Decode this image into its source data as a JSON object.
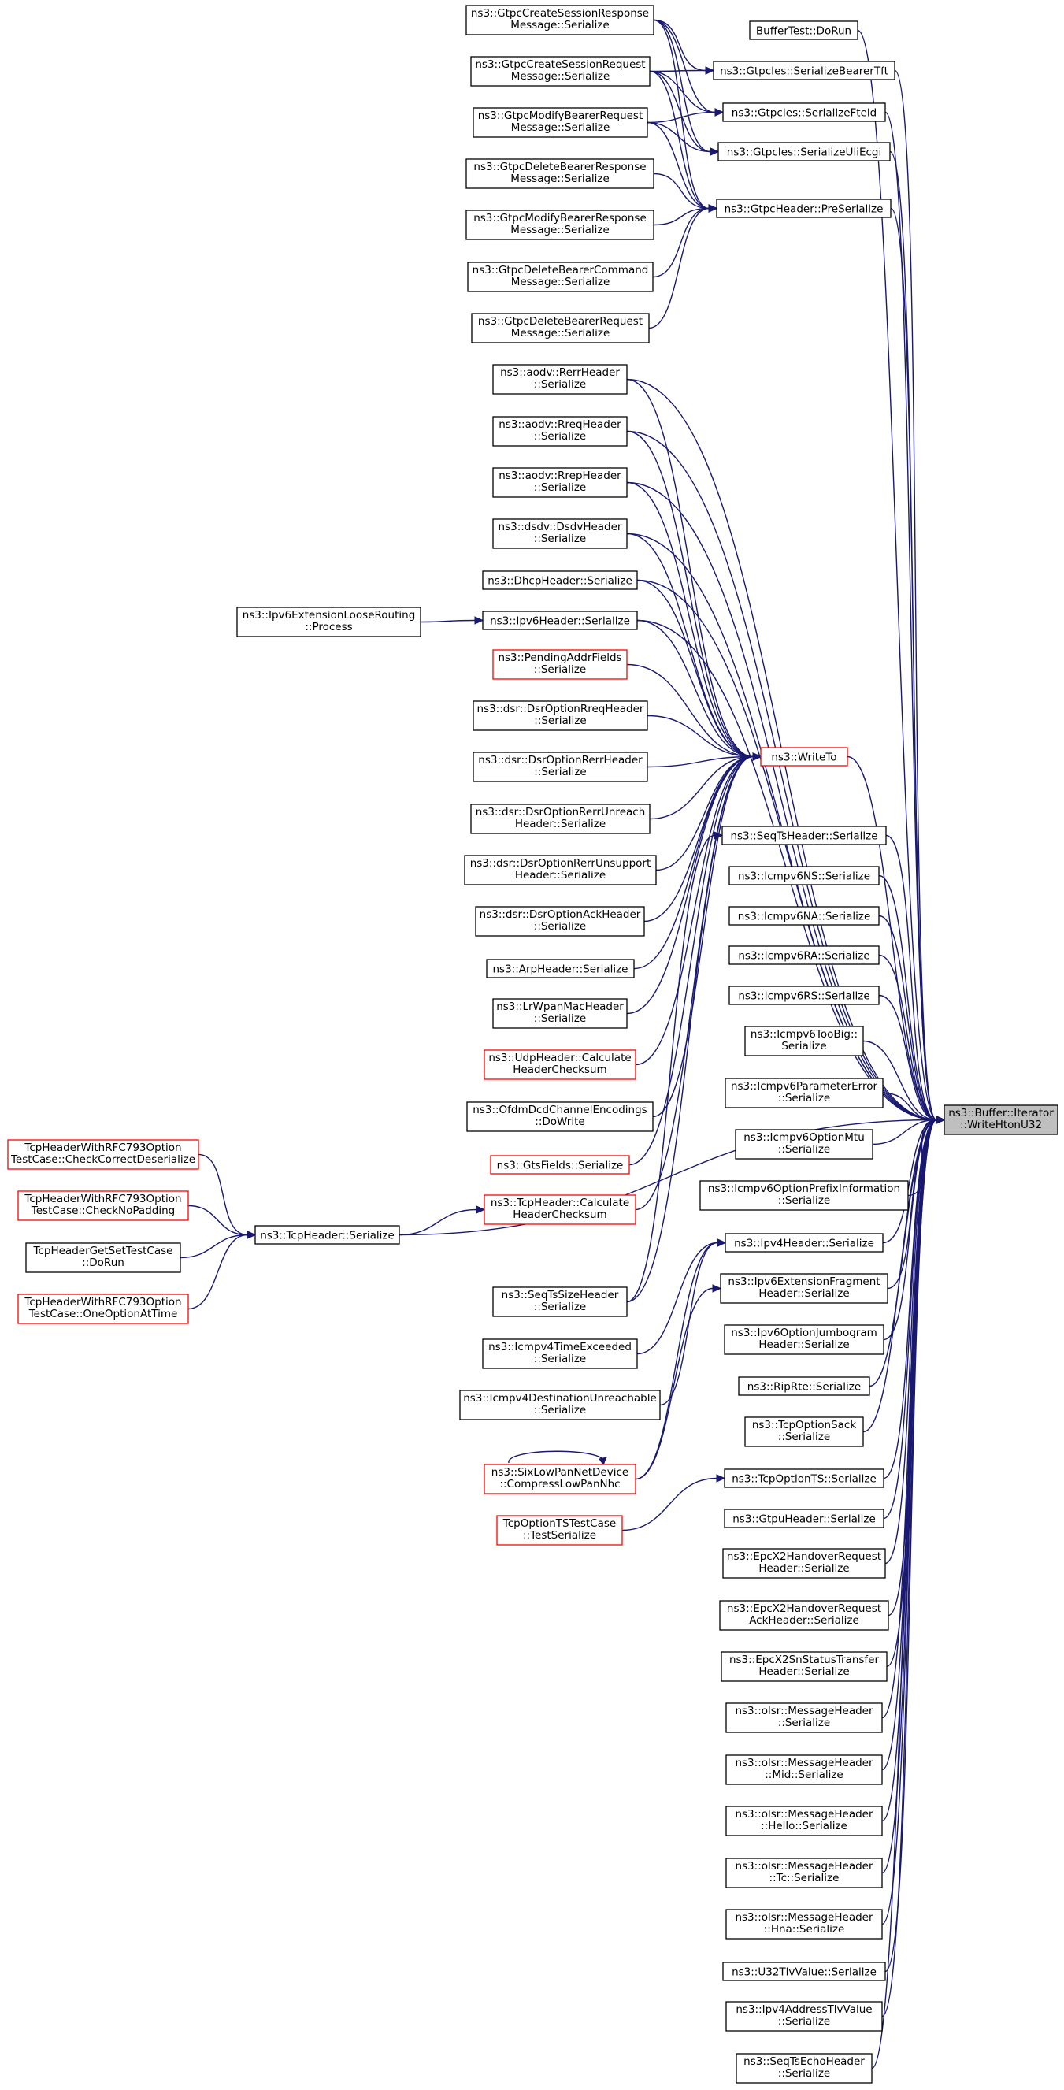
{
  "graph": {
    "nodes": [
      {
        "id": "n_root",
        "lines": [
          "ns3::Buffer::Iterator",
          "::WriteHtonU32"
        ],
        "style": "focus"
      },
      {
        "id": "n_buffertest",
        "lines": [
          "BufferTest::DoRun"
        ],
        "style": "normal"
      },
      {
        "id": "n_gtpc_csresp",
        "lines": [
          "ns3::GtpcCreateSessionResponse",
          "Message::Serialize"
        ],
        "style": "normal"
      },
      {
        "id": "n_gtpc_csreq",
        "lines": [
          "ns3::GtpcCreateSessionRequest",
          "Message::Serialize"
        ],
        "style": "normal"
      },
      {
        "id": "n_gtpc_mbreq",
        "lines": [
          "ns3::GtpcModifyBearerRequest",
          "Message::Serialize"
        ],
        "style": "normal"
      },
      {
        "id": "n_gtpc_dbresp",
        "lines": [
          "ns3::GtpcDeleteBearerResponse",
          "Message::Serialize"
        ],
        "style": "normal"
      },
      {
        "id": "n_gtpc_mbresp",
        "lines": [
          "ns3::GtpcModifyBearerResponse",
          "Message::Serialize"
        ],
        "style": "normal"
      },
      {
        "id": "n_gtpc_dbcmd",
        "lines": [
          "ns3::GtpcDeleteBearerCommand",
          "Message::Serialize"
        ],
        "style": "normal"
      },
      {
        "id": "n_gtpc_dbreq",
        "lines": [
          "ns3::GtpcDeleteBearerRequest",
          "Message::Serialize"
        ],
        "style": "normal"
      },
      {
        "id": "n_gtpcies_tft",
        "lines": [
          "ns3::GtpcIes::SerializeBearerTft"
        ],
        "style": "normal"
      },
      {
        "id": "n_gtpcies_fteid",
        "lines": [
          "ns3::GtpcIes::SerializeFteid"
        ],
        "style": "normal"
      },
      {
        "id": "n_gtpcies_uli",
        "lines": [
          "ns3::GtpcIes::SerializeUliEcgi"
        ],
        "style": "normal"
      },
      {
        "id": "n_gtpcheader",
        "lines": [
          "ns3::GtpcHeader::PreSerialize"
        ],
        "style": "normal"
      },
      {
        "id": "n_aodv_rerr",
        "lines": [
          "ns3::aodv::RerrHeader",
          "::Serialize"
        ],
        "style": "normal"
      },
      {
        "id": "n_aodv_rreq",
        "lines": [
          "ns3::aodv::RreqHeader",
          "::Serialize"
        ],
        "style": "normal"
      },
      {
        "id": "n_aodv_rrep",
        "lines": [
          "ns3::aodv::RrepHeader",
          "::Serialize"
        ],
        "style": "normal"
      },
      {
        "id": "n_dsdv",
        "lines": [
          "ns3::dsdv::DsdvHeader",
          "::Serialize"
        ],
        "style": "normal"
      },
      {
        "id": "n_dhcp",
        "lines": [
          "ns3::DhcpHeader::Serialize"
        ],
        "style": "normal"
      },
      {
        "id": "n_ipv6loose",
        "lines": [
          "ns3::Ipv6ExtensionLooseRouting",
          "::Process"
        ],
        "style": "normal"
      },
      {
        "id": "n_ipv6header",
        "lines": [
          "ns3::Ipv6Header::Serialize"
        ],
        "style": "normal"
      },
      {
        "id": "n_pending",
        "lines": [
          "ns3::PendingAddrFields",
          "::Serialize"
        ],
        "style": "red"
      },
      {
        "id": "n_dsr_rreq",
        "lines": [
          "ns3::dsr::DsrOptionRreqHeader",
          "::Serialize"
        ],
        "style": "normal"
      },
      {
        "id": "n_dsr_rerr",
        "lines": [
          "ns3::dsr::DsrOptionRerrHeader",
          "::Serialize"
        ],
        "style": "normal"
      },
      {
        "id": "n_dsr_rerr_unreach",
        "lines": [
          "ns3::dsr::DsrOptionRerrUnreach",
          "Header::Serialize"
        ],
        "style": "normal"
      },
      {
        "id": "n_dsr_rerr_unsupport",
        "lines": [
          "ns3::dsr::DsrOptionRerrUnsupport",
          "Header::Serialize"
        ],
        "style": "normal"
      },
      {
        "id": "n_dsr_ack",
        "lines": [
          "ns3::dsr::DsrOptionAckHeader",
          "::Serialize"
        ],
        "style": "normal"
      },
      {
        "id": "n_arp",
        "lines": [
          "ns3::ArpHeader::Serialize"
        ],
        "style": "normal"
      },
      {
        "id": "n_lrwpan",
        "lines": [
          "ns3::LrWpanMacHeader",
          "::Serialize"
        ],
        "style": "normal"
      },
      {
        "id": "n_udp_cksum",
        "lines": [
          "ns3::UdpHeader::Calculate",
          "HeaderChecksum"
        ],
        "style": "red"
      },
      {
        "id": "n_ofdm",
        "lines": [
          "ns3::OfdmDcdChannelEncodings",
          "::DoWrite"
        ],
        "style": "normal"
      },
      {
        "id": "n_gts",
        "lines": [
          "ns3::GtsFields::Serialize"
        ],
        "style": "red"
      },
      {
        "id": "n_tcp_cksum",
        "lines": [
          "ns3::TcpHeader::Calculate",
          "HeaderChecksum"
        ],
        "style": "red"
      },
      {
        "id": "n_tcpheader",
        "lines": [
          "ns3::TcpHeader::Serialize"
        ],
        "style": "normal"
      },
      {
        "id": "n_tcptest_ccd",
        "lines": [
          "TcpHeaderWithRFC793Option",
          "TestCase::CheckCorrectDeserialize"
        ],
        "style": "red"
      },
      {
        "id": "n_tcptest_cnp",
        "lines": [
          "TcpHeaderWithRFC793Option",
          "TestCase::CheckNoPadding"
        ],
        "style": "red"
      },
      {
        "id": "n_tcptest_getset",
        "lines": [
          "TcpHeaderGetSetTestCase",
          "::DoRun"
        ],
        "style": "normal"
      },
      {
        "id": "n_tcptest_ooat",
        "lines": [
          "TcpHeaderWithRFC793Option",
          "TestCase::OneOptionAtTime"
        ],
        "style": "red"
      },
      {
        "id": "n_seqtssize",
        "lines": [
          "ns3::SeqTsSizeHeader",
          "::Serialize"
        ],
        "style": "normal"
      },
      {
        "id": "n_icmpv4_te",
        "lines": [
          "ns3::Icmpv4TimeExceeded",
          "::Serialize"
        ],
        "style": "normal"
      },
      {
        "id": "n_icmpv4_du",
        "lines": [
          "ns3::Icmpv4DestinationUnreachable",
          "::Serialize"
        ],
        "style": "normal"
      },
      {
        "id": "n_sixlowpan",
        "lines": [
          "ns3::SixLowPanNetDevice",
          "::CompressLowPanNhc"
        ],
        "style": "red"
      },
      {
        "id": "n_tcpoptts_test",
        "lines": [
          "TcpOptionTSTestCase",
          "::TestSerialize"
        ],
        "style": "red"
      },
      {
        "id": "n_writeto",
        "lines": [
          "ns3::WriteTo"
        ],
        "style": "red"
      },
      {
        "id": "n_seqts",
        "lines": [
          "ns3::SeqTsHeader::Serialize"
        ],
        "style": "normal"
      },
      {
        "id": "n_icmpv6ns",
        "lines": [
          "ns3::Icmpv6NS::Serialize"
        ],
        "style": "normal"
      },
      {
        "id": "n_icmpv6na",
        "lines": [
          "ns3::Icmpv6NA::Serialize"
        ],
        "style": "normal"
      },
      {
        "id": "n_icmpv6ra",
        "lines": [
          "ns3::Icmpv6RA::Serialize"
        ],
        "style": "normal"
      },
      {
        "id": "n_icmpv6rs",
        "lines": [
          "ns3::Icmpv6RS::Serialize"
        ],
        "style": "normal"
      },
      {
        "id": "n_icmpv6toobig",
        "lines": [
          "ns3::Icmpv6TooBig::",
          "Serialize"
        ],
        "style": "normal"
      },
      {
        "id": "n_icmpv6param",
        "lines": [
          "ns3::Icmpv6ParameterError",
          "::Serialize"
        ],
        "style": "normal"
      },
      {
        "id": "n_icmpv6mtu",
        "lines": [
          "ns3::Icmpv6OptionMtu",
          "::Serialize"
        ],
        "style": "normal"
      },
      {
        "id": "n_icmpv6prefix",
        "lines": [
          "ns3::Icmpv6OptionPrefixInformation",
          "::Serialize"
        ],
        "style": "normal"
      },
      {
        "id": "n_ipv4header",
        "lines": [
          "ns3::Ipv4Header::Serialize"
        ],
        "style": "normal"
      },
      {
        "id": "n_ipv6frag",
        "lines": [
          "ns3::Ipv6ExtensionFragment",
          "Header::Serialize"
        ],
        "style": "normal"
      },
      {
        "id": "n_ipv6jumbo",
        "lines": [
          "ns3::Ipv6OptionJumbogram",
          "Header::Serialize"
        ],
        "style": "normal"
      },
      {
        "id": "n_riprte",
        "lines": [
          "ns3::RipRte::Serialize"
        ],
        "style": "normal"
      },
      {
        "id": "n_tcpoptsack",
        "lines": [
          "ns3::TcpOptionSack",
          "::Serialize"
        ],
        "style": "normal"
      },
      {
        "id": "n_tcpoptts",
        "lines": [
          "ns3::TcpOptionTS::Serialize"
        ],
        "style": "normal"
      },
      {
        "id": "n_gtpu",
        "lines": [
          "ns3::GtpuHeader::Serialize"
        ],
        "style": "normal"
      },
      {
        "id": "n_epcx2_horeq",
        "lines": [
          "ns3::EpcX2HandoverRequest",
          "Header::Serialize"
        ],
        "style": "normal"
      },
      {
        "id": "n_epcx2_hoack",
        "lines": [
          "ns3::EpcX2HandoverRequest",
          "AckHeader::Serialize"
        ],
        "style": "normal"
      },
      {
        "id": "n_epcx2_sn",
        "lines": [
          "ns3::EpcX2SnStatusTransfer",
          "Header::Serialize"
        ],
        "style": "normal"
      },
      {
        "id": "n_olsr_msg",
        "lines": [
          "ns3::olsr::MessageHeader",
          "::Serialize"
        ],
        "style": "normal"
      },
      {
        "id": "n_olsr_mid",
        "lines": [
          "ns3::olsr::MessageHeader",
          "::Mid::Serialize"
        ],
        "style": "normal"
      },
      {
        "id": "n_olsr_hello",
        "lines": [
          "ns3::olsr::MessageHeader",
          "::Hello::Serialize"
        ],
        "style": "normal"
      },
      {
        "id": "n_olsr_tc",
        "lines": [
          "ns3::olsr::MessageHeader",
          "::Tc::Serialize"
        ],
        "style": "normal"
      },
      {
        "id": "n_olsr_hna",
        "lines": [
          "ns3::olsr::MessageHeader",
          "::Hna::Serialize"
        ],
        "style": "normal"
      },
      {
        "id": "n_u32tlv",
        "lines": [
          "ns3::U32TlvValue::Serialize"
        ],
        "style": "normal"
      },
      {
        "id": "n_ipv4addrtlv",
        "lines": [
          "ns3::Ipv4AddressTlvValue",
          "::Serialize"
        ],
        "style": "normal"
      },
      {
        "id": "n_seqtsecho",
        "lines": [
          "ns3::SeqTsEchoHeader",
          "::Serialize"
        ],
        "style": "normal"
      }
    ],
    "edges": [
      {
        "from": "n_buffertest",
        "to": "n_root"
      },
      {
        "from": "n_gtpcies_tft",
        "to": "n_root"
      },
      {
        "from": "n_gtpcies_fteid",
        "to": "n_root"
      },
      {
        "from": "n_gtpcies_uli",
        "to": "n_root"
      },
      {
        "from": "n_gtpcheader",
        "to": "n_root"
      },
      {
        "from": "n_aodv_rerr",
        "to": "n_root"
      },
      {
        "from": "n_aodv_rreq",
        "to": "n_root"
      },
      {
        "from": "n_aodv_rrep",
        "to": "n_root"
      },
      {
        "from": "n_dsdv",
        "to": "n_root"
      },
      {
        "from": "n_dhcp",
        "to": "n_root"
      },
      {
        "from": "n_ipv6header",
        "to": "n_root"
      },
      {
        "from": "n_writeto",
        "to": "n_root"
      },
      {
        "from": "n_tcpheader",
        "to": "n_root"
      },
      {
        "from": "n_seqts",
        "to": "n_root"
      },
      {
        "from": "n_icmpv6ns",
        "to": "n_root"
      },
      {
        "from": "n_icmpv6na",
        "to": "n_root"
      },
      {
        "from": "n_icmpv6ra",
        "to": "n_root"
      },
      {
        "from": "n_icmpv6rs",
        "to": "n_root"
      },
      {
        "from": "n_icmpv6toobig",
        "to": "n_root"
      },
      {
        "from": "n_icmpv6param",
        "to": "n_root"
      },
      {
        "from": "n_icmpv6mtu",
        "to": "n_root"
      },
      {
        "from": "n_icmpv6prefix",
        "to": "n_root"
      },
      {
        "from": "n_ipv4header",
        "to": "n_root"
      },
      {
        "from": "n_ipv6frag",
        "to": "n_root"
      },
      {
        "from": "n_ipv6jumbo",
        "to": "n_root"
      },
      {
        "from": "n_riprte",
        "to": "n_root"
      },
      {
        "from": "n_tcpoptsack",
        "to": "n_root"
      },
      {
        "from": "n_tcpoptts",
        "to": "n_root"
      },
      {
        "from": "n_gtpu",
        "to": "n_root"
      },
      {
        "from": "n_epcx2_horeq",
        "to": "n_root"
      },
      {
        "from": "n_epcx2_hoack",
        "to": "n_root"
      },
      {
        "from": "n_epcx2_sn",
        "to": "n_root"
      },
      {
        "from": "n_olsr_msg",
        "to": "n_root"
      },
      {
        "from": "n_olsr_mid",
        "to": "n_root"
      },
      {
        "from": "n_olsr_hello",
        "to": "n_root"
      },
      {
        "from": "n_olsr_tc",
        "to": "n_root"
      },
      {
        "from": "n_olsr_hna",
        "to": "n_root"
      },
      {
        "from": "n_u32tlv",
        "to": "n_root"
      },
      {
        "from": "n_ipv4addrtlv",
        "to": "n_root"
      },
      {
        "from": "n_seqtsecho",
        "to": "n_root"
      },
      {
        "from": "n_gtpc_csresp",
        "to": "n_gtpcies_tft"
      },
      {
        "from": "n_gtpc_csresp",
        "to": "n_gtpcies_fteid"
      },
      {
        "from": "n_gtpc_csresp",
        "to": "n_gtpcies_uli"
      },
      {
        "from": "n_gtpc_csresp",
        "to": "n_gtpcheader"
      },
      {
        "from": "n_gtpc_csreq",
        "to": "n_gtpcies_tft"
      },
      {
        "from": "n_gtpc_csreq",
        "to": "n_gtpcies_fteid"
      },
      {
        "from": "n_gtpc_csreq",
        "to": "n_gtpcies_uli"
      },
      {
        "from": "n_gtpc_csreq",
        "to": "n_gtpcheader"
      },
      {
        "from": "n_gtpc_mbreq",
        "to": "n_gtpcies_fteid"
      },
      {
        "from": "n_gtpc_mbreq",
        "to": "n_gtpcies_uli"
      },
      {
        "from": "n_gtpc_mbreq",
        "to": "n_gtpcheader"
      },
      {
        "from": "n_gtpc_dbresp",
        "to": "n_gtpcheader"
      },
      {
        "from": "n_gtpc_mbresp",
        "to": "n_gtpcheader"
      },
      {
        "from": "n_gtpc_dbcmd",
        "to": "n_gtpcheader"
      },
      {
        "from": "n_gtpc_dbreq",
        "to": "n_gtpcheader"
      },
      {
        "from": "n_aodv_rerr",
        "to": "n_writeto"
      },
      {
        "from": "n_aodv_rreq",
        "to": "n_writeto"
      },
      {
        "from": "n_aodv_rrep",
        "to": "n_writeto"
      },
      {
        "from": "n_dsdv",
        "to": "n_writeto"
      },
      {
        "from": "n_dhcp",
        "to": "n_writeto"
      },
      {
        "from": "n_ipv6header",
        "to": "n_writeto"
      },
      {
        "from": "n_pending",
        "to": "n_writeto"
      },
      {
        "from": "n_dsr_rreq",
        "to": "n_writeto"
      },
      {
        "from": "n_dsr_rerr",
        "to": "n_writeto"
      },
      {
        "from": "n_dsr_rerr_unreach",
        "to": "n_writeto"
      },
      {
        "from": "n_dsr_rerr_unsupport",
        "to": "n_writeto"
      },
      {
        "from": "n_dsr_ack",
        "to": "n_writeto"
      },
      {
        "from": "n_arp",
        "to": "n_writeto"
      },
      {
        "from": "n_lrwpan",
        "to": "n_writeto"
      },
      {
        "from": "n_udp_cksum",
        "to": "n_writeto"
      },
      {
        "from": "n_ofdm",
        "to": "n_writeto"
      },
      {
        "from": "n_gts",
        "to": "n_writeto"
      },
      {
        "from": "n_tcp_cksum",
        "to": "n_writeto"
      },
      {
        "from": "n_seqtssize",
        "to": "n_writeto"
      },
      {
        "from": "n_ipv6loose",
        "to": "n_ipv6header"
      },
      {
        "from": "n_tcptest_ccd",
        "to": "n_tcpheader"
      },
      {
        "from": "n_tcptest_cnp",
        "to": "n_tcpheader"
      },
      {
        "from": "n_tcptest_getset",
        "to": "n_tcpheader"
      },
      {
        "from": "n_tcptest_ooat",
        "to": "n_tcpheader"
      },
      {
        "from": "n_tcpheader",
        "to": "n_tcp_cksum"
      },
      {
        "from": "n_seqtssize",
        "to": "n_seqts"
      },
      {
        "from": "n_icmpv4_te",
        "to": "n_ipv4header"
      },
      {
        "from": "n_icmpv4_du",
        "to": "n_ipv4header"
      },
      {
        "from": "n_sixlowpan",
        "to": "n_ipv4header"
      },
      {
        "from": "n_sixlowpan",
        "to": "n_ipv6frag"
      },
      {
        "from": "n_sixlowpan",
        "to": "n_sixlowpan"
      },
      {
        "from": "n_tcpoptts_test",
        "to": "n_tcpoptts"
      }
    ]
  }
}
